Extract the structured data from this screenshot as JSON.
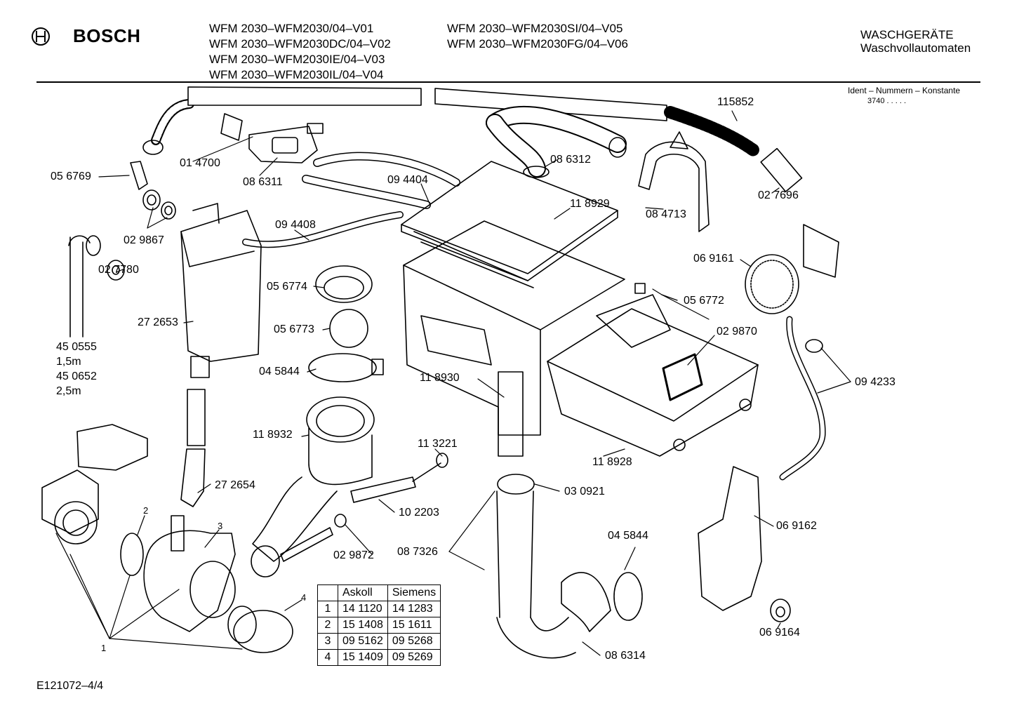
{
  "header": {
    "brand": "BOSCH",
    "models_left": [
      "WFM 2030–WFM2030/04–V01",
      "WFM 2030–WFM2030DC/04–V02",
      "WFM 2030–WFM2030IE/04–V03",
      "WFM 2030–WFM2030IL/04–V04"
    ],
    "models_right": [
      "WFM 2030–WFM2030SI/04–V05",
      "WFM 2030–WFM2030FG/04–V06"
    ],
    "category": "WASCHGERÄTE",
    "subcategory": "Waschvollautomaten",
    "ident_label": "Ident – Nummern – Konstante",
    "ident_value": "3740 . . . . ."
  },
  "parts": {
    "p115852": "115852",
    "p014700": "01 4700",
    "p086311": "08 6311",
    "p086312": "08 6312",
    "p094404": "09 4404",
    "p056769": "05 6769",
    "p029867": "02 9867",
    "p094408": "09 4408",
    "p118929": "11 8929",
    "p084713": "08 4713",
    "p027696": "02 7696",
    "p027780": "02 7780",
    "p056774": "05 6774",
    "p056773": "05 6773",
    "p272653": "27 2653",
    "p450555": "45 0555",
    "len1": "1,5m",
    "p450652": "45 0652",
    "len2": "2,5m",
    "p045844a": "04 5844",
    "p118930": "11 8930",
    "p069161": "06 9161",
    "p056772": "05 6772",
    "p029870": "02 9870",
    "p094233": "09 4233",
    "p118932": "11 8932",
    "p113221": "11 3221",
    "p118928": "11 8928",
    "p272654": "27 2654",
    "p030921": "03 0921",
    "p102203": "10 2203",
    "p069162": "06 9162",
    "p029872": "02 9872",
    "p087326": "08 7326",
    "p045844b": "04 5844",
    "p086314": "08 6314",
    "p069164": "06 9164",
    "n1": "1",
    "n2": "2",
    "n3": "3",
    "n4": "4"
  },
  "table": {
    "headers": [
      "",
      "Askoll",
      "Siemens"
    ],
    "rows": [
      {
        "idx": "1",
        "askoll": "14 1120",
        "siemens": "14 1283"
      },
      {
        "idx": "2",
        "askoll": "15 1408",
        "siemens": "15 1611"
      },
      {
        "idx": "3",
        "askoll": "09 5162",
        "siemens": "09 5268"
      },
      {
        "idx": "4",
        "askoll": "15 1409",
        "siemens": "09 5269"
      }
    ]
  },
  "footer": {
    "doc_id": "E121072–4/4"
  }
}
